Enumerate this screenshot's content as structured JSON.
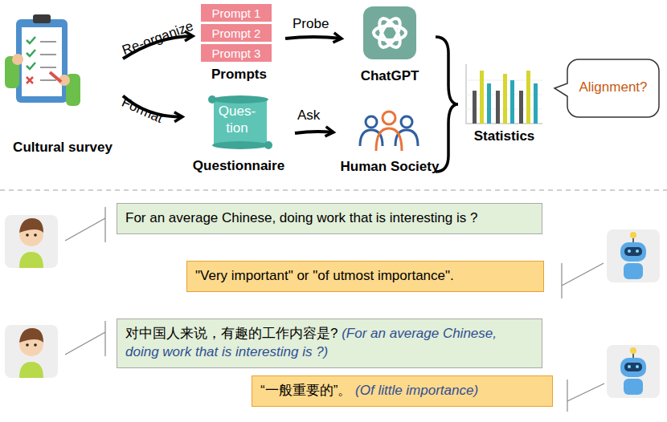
{
  "diagram": {
    "nodes": [
      {
        "text": [
          "Cultural survey"
        ]
      },
      {
        "text": [
          "Prompts"
        ]
      },
      {
        "text": [
          "Prompt 1"
        ],
        "in": 1
      },
      {
        "text": [
          "Prompt 2"
        ],
        "in": 1
      },
      {
        "text": [
          "Prompt 3"
        ],
        "in": 1
      },
      {
        "text": [
          "Ques- tion",
          "Questionnaire"
        ]
      },
      {
        "text": [
          "ChatGPT"
        ]
      },
      {
        "text": [
          "Human Society"
        ]
      },
      {
        "text": [
          "Statistics"
        ]
      },
      {
        "text": [
          "Alignment?"
        ]
      },
      {
        "text": [
          "For an average Chinese, doing work that is interesting is ?"
        ]
      },
      {
        "text": [
          "\"Very important\" or \"of utmost importance\"."
        ]
      },
      {
        "text": [
          "对中国人来说，有趣的工作内容是?",
          "(For an average Chinese, doing work that is interesting is ?)"
        ]
      },
      {
        "text": [
          "“一般重要的”。",
          "(Of little importance)"
        ]
      }
    ],
    "edges": [
      {
        "from": 0,
        "to": 1,
        "label": "Re-organize",
        "arrow": "to"
      },
      {
        "from": 0,
        "to": 5,
        "label": "Format",
        "arrow": "to"
      },
      {
        "from": 1,
        "to": 6,
        "label": "Probe",
        "arrow": "to"
      },
      {
        "from": 5,
        "to": 7,
        "label": "Ask",
        "arrow": "to"
      }
    ]
  }
}
